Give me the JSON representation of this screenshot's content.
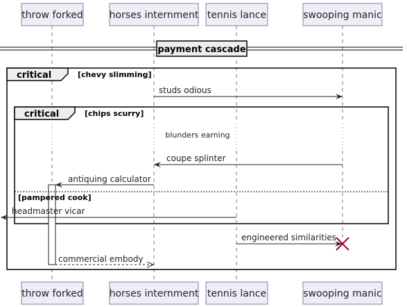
{
  "participants": [
    "throw forked",
    "horses internment",
    "tennis lance",
    "swooping manic"
  ],
  "divider": {
    "label": "payment cascade"
  },
  "outer_fragment": {
    "kind": "critical",
    "guard": "[chevy slimming]"
  },
  "inner_fragment": {
    "kind": "critical",
    "guard": "[chips scurry]",
    "else_guard": "[pampered cook]"
  },
  "messages": {
    "m1": "studs odious",
    "delay": "blunders earning",
    "m2": "coupe splinter",
    "m3": "antiquing calculator",
    "m4": "headmaster vicar",
    "m5": "engineered similarities",
    "m6": "commercial embody"
  }
}
